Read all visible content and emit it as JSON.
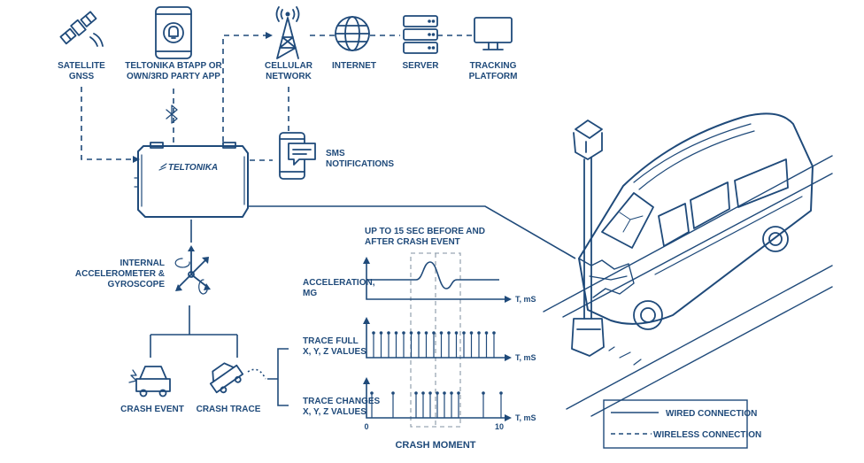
{
  "nodes": {
    "satellite": [
      "SATELLITE",
      "GNSS"
    ],
    "app": [
      "TELTONIKA BTAPP OR",
      "OWN/3RD PARTY APP"
    ],
    "cellular": [
      "CELLULAR",
      "NETWORK"
    ],
    "internet": "INTERNET",
    "server": "SERVER",
    "tracking": [
      "TRACKING",
      "PLATFORM"
    ],
    "sms": [
      "SMS",
      "NOTIFICATIONS"
    ],
    "device_brand": "TELTONIKA",
    "accelerometer": [
      "INTERNAL",
      "ACCELEROMETER &",
      "GYROSCOPE"
    ],
    "crash_event": "CRASH EVENT",
    "crash_trace": "CRASH TRACE"
  },
  "chart": {
    "window_label": [
      "UP TO 15 SEC BEFORE AND",
      "AFTER CRASH EVENT"
    ],
    "rows": [
      {
        "label": [
          "ACCELERATION,",
          "MG"
        ],
        "axis": "T, mS"
      },
      {
        "label": [
          "TRACE FULL",
          "X, Y, Z VALUES"
        ],
        "axis": "T, mS"
      },
      {
        "label": [
          "TRACE CHANGES",
          "X, Y, Z VALUES"
        ],
        "axis": "T, mS"
      }
    ],
    "tick_start": "0",
    "tick_end": "10",
    "crash_moment": "CRASH MOMENT"
  },
  "legend": {
    "wired": "WIRED CONNECTION",
    "wireless": "WIRELESS CONNECTION"
  },
  "colors": {
    "ink": "#1f4a7a",
    "grey": "#9aa7b3"
  }
}
